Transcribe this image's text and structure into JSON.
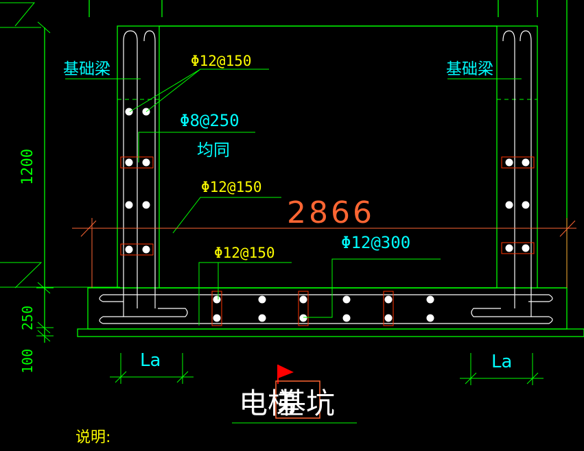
{
  "colors": {
    "background": "#000000",
    "wall": "#00ff00",
    "rebar": "#ffffff",
    "dimension": "#00ff00",
    "label_yellow": "#ffff00",
    "label_cyan": "#00ffff",
    "dim_orange": "#ff6633",
    "highlight": "#ff3300",
    "flag": "#ff0000"
  },
  "labels": {
    "beam_left": "基础梁",
    "beam_right": "基础梁",
    "rebar_top": "Φ12@150",
    "rebar_stirrup": "Φ8@250",
    "rebar_stirrup_note": "均同",
    "rebar_mid": "Φ12@150",
    "rebar_bottom": "Φ12@150",
    "rebar_slab": "Φ12@300",
    "span_dim": "2866",
    "anchor_left": "La",
    "anchor_right": "La",
    "title_part1": "电梯",
    "title_part2": "基坑",
    "note": "说明:"
  },
  "dimensions": {
    "wall_height": "1200",
    "slab_thickness": "250",
    "cushion": "100"
  },
  "icons": {
    "flag": "flag-icon"
  }
}
